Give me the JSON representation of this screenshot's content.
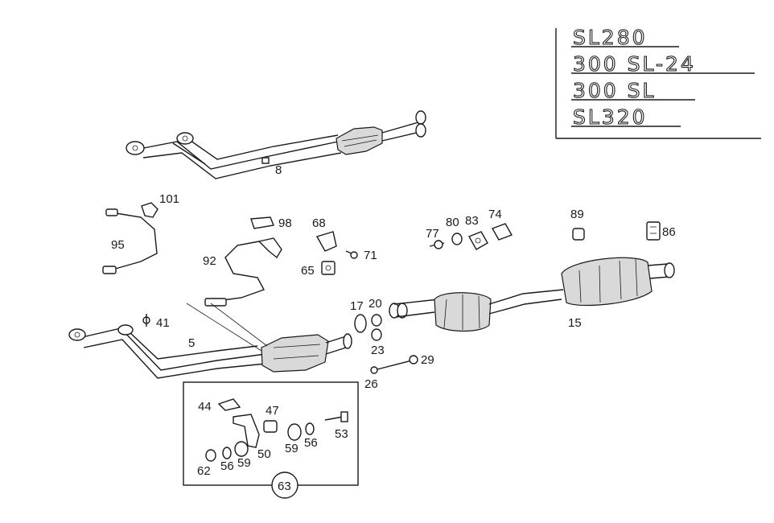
{
  "title": "Exhaust system parts diagram",
  "model_badges": [
    "SL280",
    "300 SL-24",
    "300 SL",
    "SL320"
  ],
  "callouts": {
    "c8": "8",
    "c101": "101",
    "c95": "95",
    "c98": "98",
    "c68": "68",
    "c92": "92",
    "c71": "71",
    "c65": "65",
    "c77": "77",
    "c80": "80",
    "c83": "83",
    "c74": "74",
    "c89": "89",
    "c86": "86",
    "c41": "41",
    "c5": "5",
    "c17": "17",
    "c20": "20",
    "c23": "23",
    "c29": "29",
    "c26": "26",
    "c15": "15",
    "c44": "44",
    "c47": "47",
    "c53": "53",
    "c59a": "59",
    "c56a": "56",
    "c50": "50",
    "c62": "62",
    "c56b": "56",
    "c59b": "59",
    "c63": "63"
  },
  "colors": {
    "line": "#1a1a1a",
    "background": "#ffffff",
    "shade": "#d9d9d9"
  }
}
